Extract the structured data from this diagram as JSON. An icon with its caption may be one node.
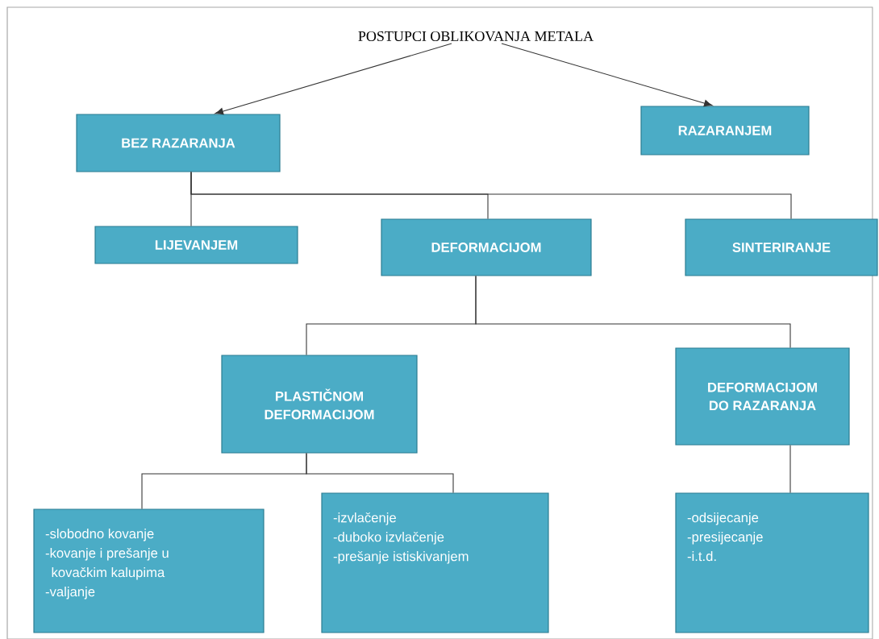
{
  "diagram": {
    "nodes": [
      {
        "text": [
          "POSTUPCI OBLIKOVANJA  METALA"
        ]
      },
      {
        "text": [
          "BEZ RAZARANJA"
        ]
      },
      {
        "text": [
          "RAZARANJEM"
        ]
      },
      {
        "text": [
          "LIJEVANJEM"
        ]
      },
      {
        "text": [
          "DEFORMACIJOM"
        ]
      },
      {
        "text": [
          "SINTERIRANJE"
        ]
      },
      {
        "text": [
          "PLASTIČNOM DEFORMACIJOM"
        ]
      },
      {
        "text": [
          "DEFORMACIJOM DO RAZARANJA"
        ]
      },
      {
        "text": [
          "-slobodno kovanje",
          "-kovanje i prešanje u kovačkim kalupima",
          "-valjanje"
        ]
      },
      {
        "text": [
          "-izvlačenje",
          "-duboko izvlačenje",
          "-prešanje istiskivanjem"
        ]
      },
      {
        "text": [
          "-odsijecanje",
          "-presijecanje",
          "-i.t.d."
        ]
      }
    ],
    "edges": [
      {
        "from": 0,
        "to": 1,
        "arrow": "to"
      },
      {
        "from": 0,
        "to": 2,
        "arrow": "to"
      },
      {
        "from": 1,
        "to": 3,
        "arrow": "none"
      },
      {
        "from": 1,
        "to": 4,
        "arrow": "none"
      },
      {
        "from": 1,
        "to": 5,
        "arrow": "none"
      },
      {
        "from": 4,
        "to": 6,
        "arrow": "none"
      },
      {
        "from": 4,
        "to": 7,
        "arrow": "none"
      },
      {
        "from": 6,
        "to": 8,
        "arrow": "none"
      },
      {
        "from": 6,
        "to": 9,
        "arrow": "none"
      },
      {
        "from": 7,
        "to": 10,
        "arrow": "none"
      }
    ]
  }
}
